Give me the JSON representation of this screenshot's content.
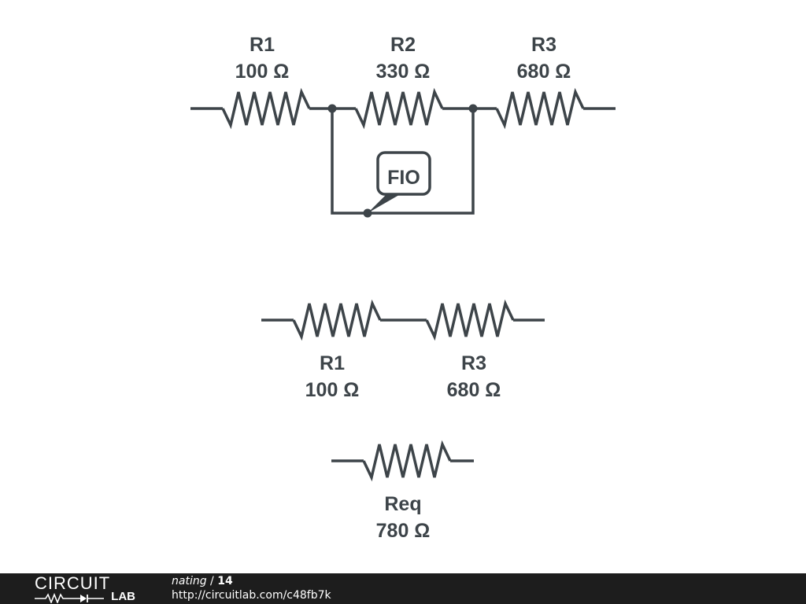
{
  "circuit_top": {
    "r1": {
      "name": "R1",
      "value": "100 Ω"
    },
    "r2": {
      "name": "R2",
      "value": "330 Ω"
    },
    "r3": {
      "name": "R3",
      "value": "680 Ω"
    },
    "fio_label": "FIO"
  },
  "circuit_middle": {
    "r1": {
      "name": "R1",
      "value": "100 Ω"
    },
    "r3": {
      "name": "R3",
      "value": "680 Ω"
    }
  },
  "circuit_bottom": {
    "req": {
      "name": "Req",
      "value": "780 Ω"
    }
  },
  "footer": {
    "logo_top": "CIRCUIT",
    "logo_bottom": "LAB",
    "title_name": "nating",
    "title_separator": " / ",
    "title_number": "14",
    "url": "http://circuitlab.com/c48fb7k"
  },
  "colors": {
    "ink": "#3d4449",
    "footer_bg": "#1d1d1d"
  }
}
